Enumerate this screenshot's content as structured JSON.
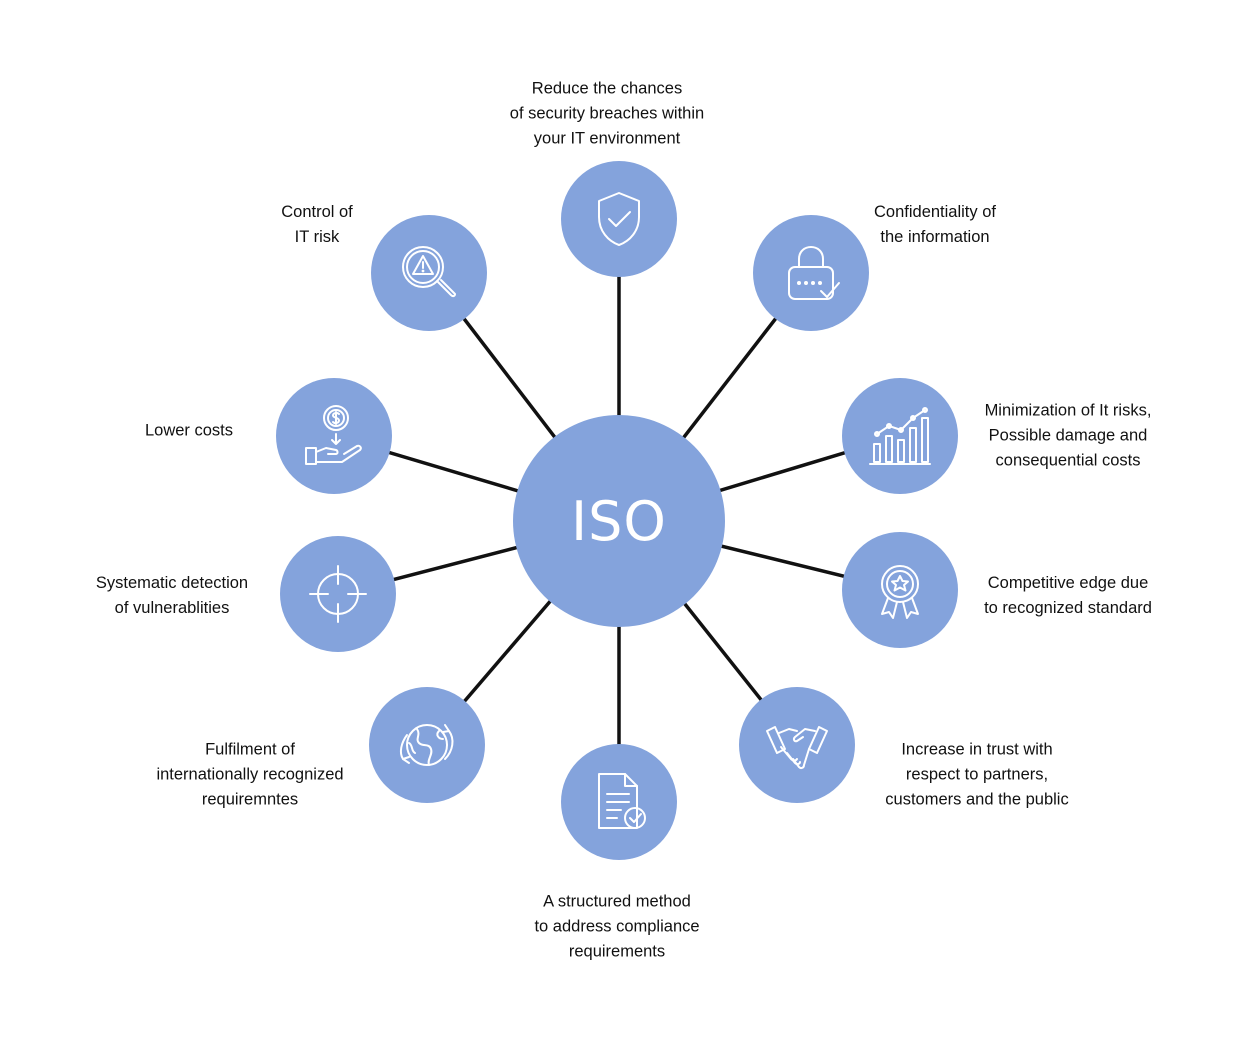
{
  "accent_color": "#84a3dc",
  "line_color": "#111111",
  "center_label": "ISO",
  "benefits": [
    {
      "icon": "shield-check-icon",
      "lines": [
        "Reduce the chances",
        "of security breaches within",
        "your IT environment"
      ]
    },
    {
      "icon": "lock-check-icon",
      "lines": [
        "Confidentiality of",
        "the information"
      ]
    },
    {
      "icon": "bar-chart-growth-icon",
      "lines": [
        "Minimization of It risks,",
        "Possible damage and",
        "consequential costs"
      ]
    },
    {
      "icon": "award-badge-icon",
      "lines": [
        "Competitive edge due",
        "to recognized standard"
      ]
    },
    {
      "icon": "handshake-icon",
      "lines": [
        "Increase in trust with",
        "respect to partners,",
        "customers and the public"
      ]
    },
    {
      "icon": "document-check-icon",
      "lines": [
        "A structured method",
        "to address compliance",
        "requirements"
      ]
    },
    {
      "icon": "globe-orbit-icon",
      "lines": [
        "Fulfilment of",
        "internationally recognized",
        "requiremntes"
      ]
    },
    {
      "icon": "crosshair-icon",
      "lines": [
        "Systematic detection",
        "of vulnerablities"
      ]
    },
    {
      "icon": "hand-dollar-icon",
      "lines": [
        "Lower costs"
      ]
    },
    {
      "icon": "magnifier-warning-icon",
      "lines": [
        "Control of",
        "IT risk"
      ]
    }
  ]
}
